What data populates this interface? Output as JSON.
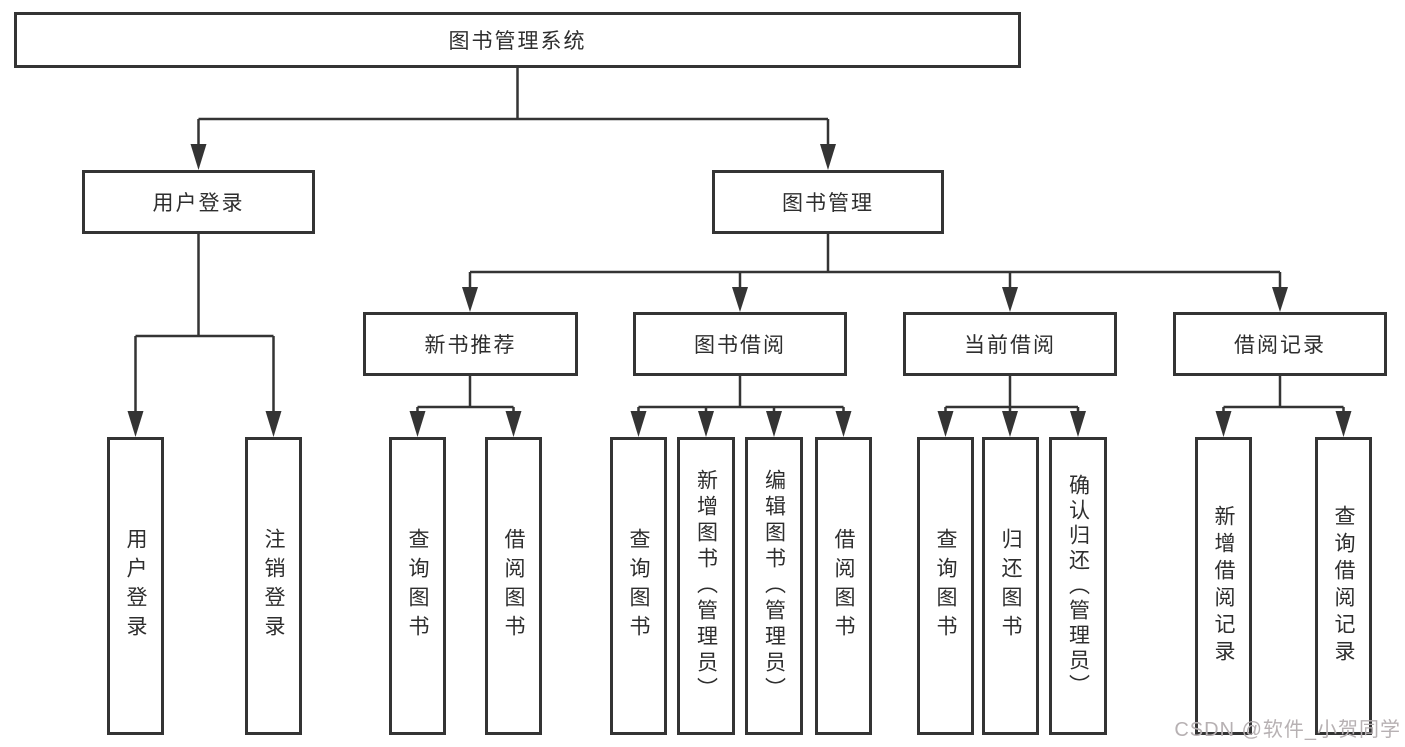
{
  "colors": {
    "line": "#343434",
    "text": "#2e2e2e",
    "watermark": "#b7b1b3",
    "background": "#ffffff"
  },
  "watermark": {
    "text": "CSDN @软件_小贺同学"
  },
  "tree": {
    "label": "图书管理系统",
    "children": [
      {
        "label": "用户登录",
        "children": [
          {
            "label": "用户登录"
          },
          {
            "label": "注销登录"
          }
        ]
      },
      {
        "label": "图书管理",
        "children": [
          {
            "label": "新书推荐",
            "children": [
              {
                "label": "查询图书"
              },
              {
                "label": "借阅图书"
              }
            ]
          },
          {
            "label": "图书借阅",
            "children": [
              {
                "label": "查询图书"
              },
              {
                "label": "新增图书（管理员）"
              },
              {
                "label": "编辑图书（管理员）"
              },
              {
                "label": "借阅图书"
              }
            ]
          },
          {
            "label": "当前借阅",
            "children": [
              {
                "label": "查询图书"
              },
              {
                "label": "归还图书"
              },
              {
                "label": "确认归还（管理员）"
              }
            ]
          },
          {
            "label": "借阅记录",
            "children": [
              {
                "label": "新增借阅记录"
              },
              {
                "label": "查询借阅记录"
              }
            ]
          }
        ]
      }
    ]
  }
}
